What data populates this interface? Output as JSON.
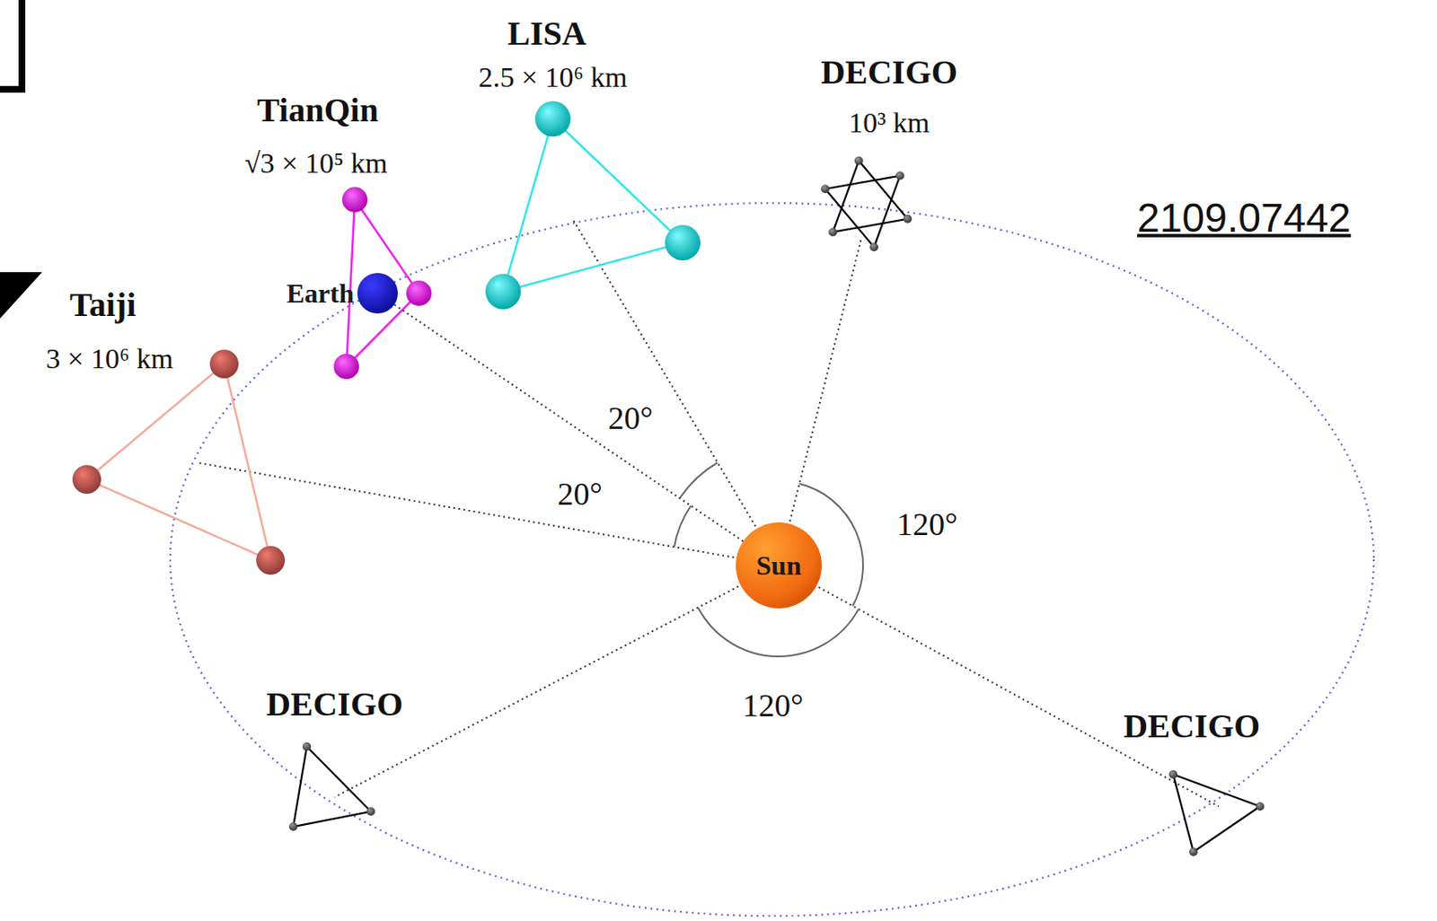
{
  "diagram": {
    "nodes": [
      {
        "text": [
          "Sun"
        ]
      },
      {
        "text": [
          "Earth"
        ]
      }
    ],
    "edges": [
      {
        "from": 0,
        "to": 1,
        "arrow": "none"
      }
    ],
    "labels": [
      "LISA",
      "2.5 × 10⁶ km",
      "DECIGO",
      "10³ km",
      "TianQin",
      "√3 × 10⁵ km",
      "2109.07442",
      "Taiji",
      "3 × 10⁶ km",
      "20°",
      "20°",
      "120°",
      "DECIGO",
      "120°",
      "DECIGO"
    ]
  }
}
